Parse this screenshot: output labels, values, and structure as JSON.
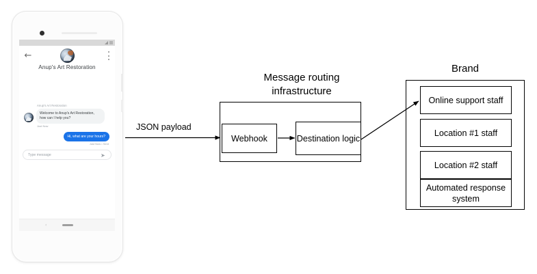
{
  "phone": {
    "status_bar": {
      "wifi_icon": "wifi-icon",
      "battery_icon": "battery-icon"
    },
    "app_bar": {
      "back_icon": "back-arrow-icon",
      "menu_icon": "kebab-menu-icon",
      "avatar_icon": "business-avatar",
      "business_name": "Anup's Art Restoration"
    },
    "conversation": [
      {
        "sender_label": "Anup's Art Restoration",
        "text": "Welcome to Anup's Art Restoration, how can I help you?",
        "timestamp": "Just Now",
        "direction": "incoming"
      },
      {
        "text": "Hi, what are your hours?",
        "timestamp": "Just Now • Sent",
        "direction": "outgoing"
      }
    ],
    "composer": {
      "placeholder": "Type message",
      "send_icon": "send-icon"
    },
    "nav_bar": {
      "back_icon": "nav-back-icon",
      "home_icon": "nav-home-pill"
    }
  },
  "diagram": {
    "payload_label": "JSON payload",
    "infrastructure": {
      "title": "Message routing infrastructure",
      "nodes": [
        {
          "label": "Webhook"
        },
        {
          "label": "Destination logic"
        }
      ]
    },
    "brand": {
      "title": "Brand",
      "items": [
        {
          "label": "Online support staff"
        },
        {
          "label": "Location #1 staff"
        },
        {
          "label": "Location #2 staff"
        },
        {
          "label": "Automated response system"
        }
      ]
    }
  },
  "colors": {
    "outgoing_bubble": "#1a73e8",
    "incoming_bubble": "#f1f3f4",
    "stroke": "#000000",
    "muted_text": "#9aa0a6"
  }
}
